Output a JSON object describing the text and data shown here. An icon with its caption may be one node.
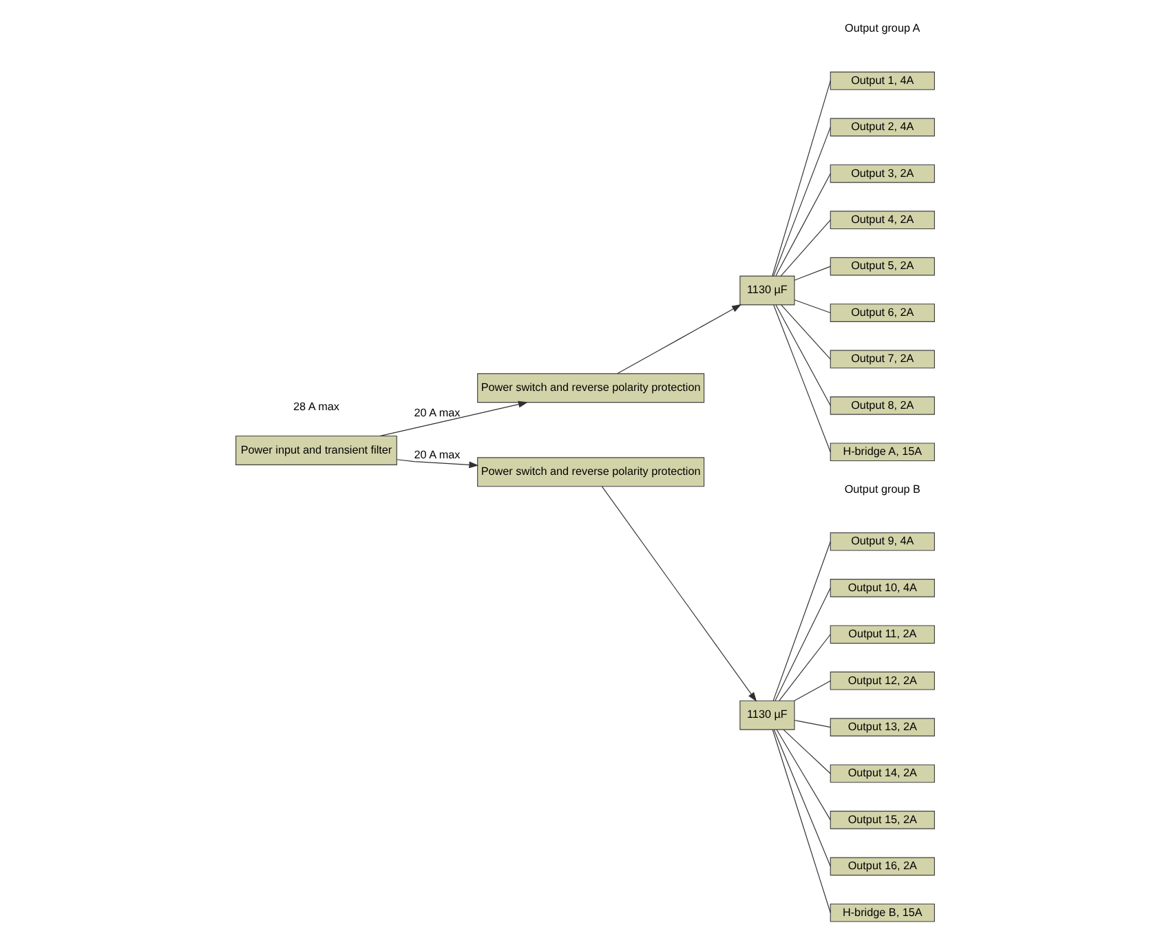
{
  "diagram": {
    "nodes": [
      {
        "text": [
          "Power input and transient filter"
        ]
      },
      {
        "text": [
          "Power switch and reverse polarity protection"
        ]
      },
      {
        "text": [
          "1130 µF"
        ]
      },
      {
        "text": [
          "Output 1, 4A"
        ]
      },
      {
        "text": [
          "Output 2, 4A"
        ]
      },
      {
        "text": [
          "Output 3, 2A"
        ]
      },
      {
        "text": [
          "Output 4, 2A"
        ]
      },
      {
        "text": [
          "Output 5, 2A"
        ]
      },
      {
        "text": [
          "Output 6, 2A"
        ]
      },
      {
        "text": [
          "Output 7, 2A"
        ]
      },
      {
        "text": [
          "Output 8, 2A"
        ]
      },
      {
        "text": [
          "H-bridge A, 15A"
        ]
      },
      {
        "text": [
          "Power switch and reverse polarity protection"
        ]
      },
      {
        "text": [
          "1130 µF"
        ]
      },
      {
        "text": [
          "Output 9, 4A"
        ]
      },
      {
        "text": [
          "Output 10, 4A"
        ]
      },
      {
        "text": [
          "Output 11, 2A"
        ]
      },
      {
        "text": [
          "Output 12, 2A"
        ]
      },
      {
        "text": [
          "Output 13, 2A"
        ]
      },
      {
        "text": [
          "Output 14, 2A"
        ]
      },
      {
        "text": [
          "Output 15, 2A"
        ]
      },
      {
        "text": [
          "Output 16, 2A"
        ]
      },
      {
        "text": [
          "H-bridge B, 15A"
        ]
      }
    ],
    "edges": [
      {
        "from": 0,
        "to": 1,
        "arrow": "to",
        "label": "20 A max"
      },
      {
        "from": 0,
        "to": 12,
        "arrow": "to",
        "label": "20 A max"
      },
      {
        "from": 1,
        "to": 2,
        "arrow": "to"
      },
      {
        "from": 2,
        "to": 3,
        "arrow": "none"
      },
      {
        "from": 2,
        "to": 4,
        "arrow": "none"
      },
      {
        "from": 2,
        "to": 5,
        "arrow": "none"
      },
      {
        "from": 2,
        "to": 6,
        "arrow": "none"
      },
      {
        "from": 2,
        "to": 7,
        "arrow": "none"
      },
      {
        "from": 2,
        "to": 8,
        "arrow": "none"
      },
      {
        "from": 2,
        "to": 9,
        "arrow": "none"
      },
      {
        "from": 2,
        "to": 10,
        "arrow": "none"
      },
      {
        "from": 2,
        "to": 11,
        "arrow": "none"
      },
      {
        "from": 12,
        "to": 13,
        "arrow": "to"
      },
      {
        "from": 13,
        "to": 14,
        "arrow": "none"
      },
      {
        "from": 13,
        "to": 15,
        "arrow": "none"
      },
      {
        "from": 13,
        "to": 16,
        "arrow": "none"
      },
      {
        "from": 13,
        "to": 17,
        "arrow": "none"
      },
      {
        "from": 13,
        "to": 18,
        "arrow": "none"
      },
      {
        "from": 13,
        "to": 19,
        "arrow": "none"
      },
      {
        "from": 13,
        "to": 20,
        "arrow": "none"
      },
      {
        "from": 13,
        "to": 21,
        "arrow": "none"
      },
      {
        "from": 13,
        "to": 22,
        "arrow": "none"
      }
    ],
    "labels": [
      "Output group A",
      "28 A max",
      "Output group B"
    ]
  }
}
